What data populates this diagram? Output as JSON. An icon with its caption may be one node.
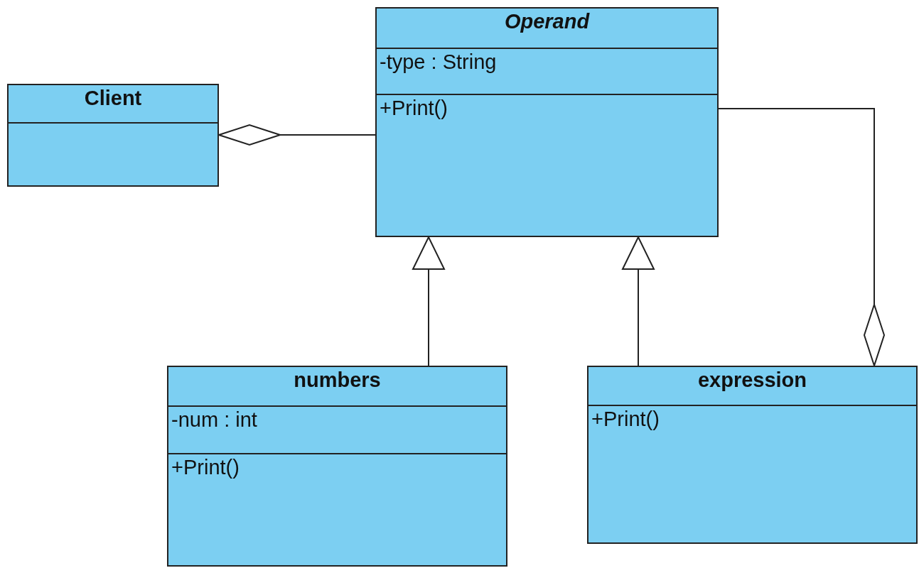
{
  "diagram": {
    "nodes": [
      {
        "text": [
          "Client"
        ]
      },
      {
        "text": [
          "Operand",
          "-type : String",
          "+Print()"
        ]
      },
      {
        "text": [
          "numbers",
          "-num : int",
          "+Print()"
        ]
      },
      {
        "text": [
          "expression",
          "+Print()"
        ]
      }
    ],
    "edges": [
      {
        "from": 0,
        "to": 1,
        "arrow": "other"
      },
      {
        "from": 2,
        "to": 1,
        "arrow": "to"
      },
      {
        "from": 3,
        "to": 1,
        "arrow": "to"
      },
      {
        "from": 3,
        "to": 1,
        "arrow": "other"
      }
    ]
  }
}
